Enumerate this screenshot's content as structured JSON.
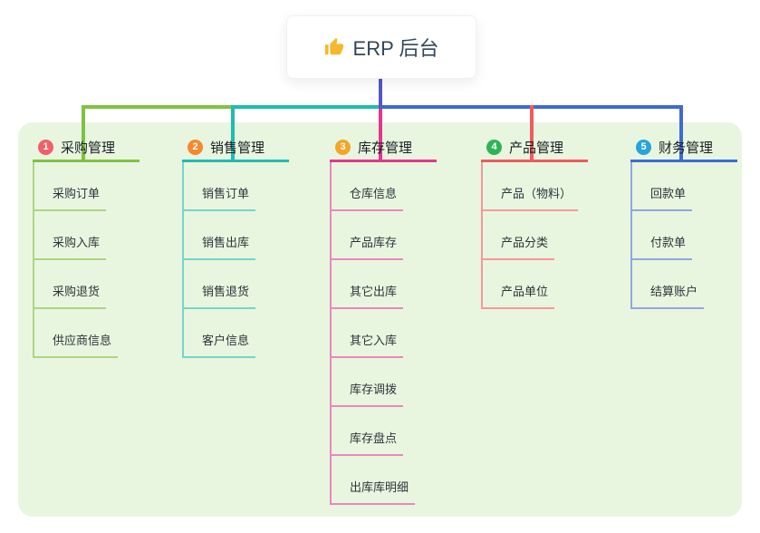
{
  "root": {
    "title": "ERP 后台",
    "icon": "thumbs-up"
  },
  "panel": {
    "background": "#e8f6e0"
  },
  "connector": {
    "trunk_color": "#5059c7"
  },
  "branches": [
    {
      "badge": "1",
      "title": "采购管理",
      "badge_color": "#f15f67",
      "line_color": "#7fc241",
      "sub_line_color": "#aed581",
      "items": [
        "采购订单",
        "采购入库",
        "采购退货",
        "供应商信息"
      ]
    },
    {
      "badge": "2",
      "title": "销售管理",
      "badge_color": "#f6882f",
      "line_color": "#1fbcb0",
      "sub_line_color": "#76d4ca",
      "items": [
        "销售订单",
        "销售出库",
        "销售退货",
        "客户信息"
      ]
    },
    {
      "badge": "3",
      "title": "库存管理",
      "badge_color": "#f4a62a",
      "line_color": "#e1388f",
      "sub_line_color": "#ee85c0",
      "items": [
        "仓库信息",
        "产品库存",
        "其它出库",
        "其它入库",
        "库存调拨",
        "库存盘点",
        "出库库明细"
      ]
    },
    {
      "badge": "4",
      "title": "产品管理",
      "badge_color": "#2fb356",
      "line_color": "#f15b5b",
      "sub_line_color": "#f79898",
      "items": [
        "产品（物料）",
        "产品分类",
        "产品单位"
      ]
    },
    {
      "badge": "5",
      "title": "财务管理",
      "badge_color": "#29a3da",
      "line_color": "#3f6ad4",
      "sub_line_color": "#8fa8de",
      "items": [
        "回款单",
        "付款单",
        "结算账户"
      ]
    }
  ]
}
